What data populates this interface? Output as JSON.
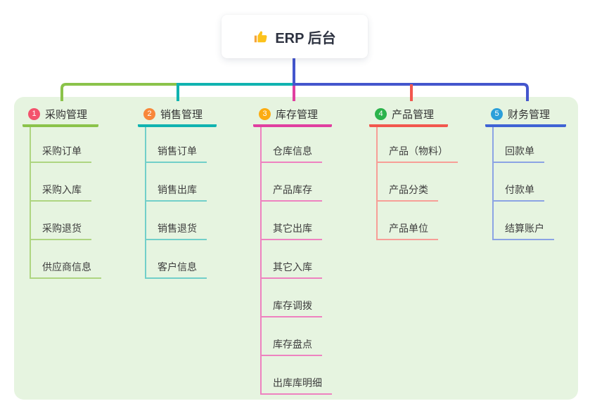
{
  "root": {
    "title": "ERP 后台",
    "icon": "thumbs-up"
  },
  "branches": [
    {
      "badge": "1",
      "title": "采购管理",
      "color": "#8bc34a",
      "light_color": "#aed581",
      "badge_color": "#f3536d",
      "items": [
        "采购订单",
        "采购入库",
        "采购退货",
        "供应商信息"
      ]
    },
    {
      "badge": "2",
      "title": "销售管理",
      "color": "#10b3b0",
      "light_color": "#72cfc9",
      "badge_color": "#f8873a",
      "items": [
        "销售订单",
        "销售出库",
        "销售退货",
        "客户信息"
      ]
    },
    {
      "badge": "3",
      "title": "库存管理",
      "color": "#e03fa0",
      "light_color": "#ee82c0",
      "badge_color": "#fcac12",
      "items": [
        "仓库信息",
        "产品库存",
        "其它出库",
        "其它入库",
        "库存调拨",
        "库存盘点",
        "出库库明细"
      ]
    },
    {
      "badge": "4",
      "title": "产品管理",
      "color": "#f2574e",
      "light_color": "#f79e97",
      "badge_color": "#2bb34b",
      "items": [
        "产品（物料）",
        "产品分类",
        "产品单位"
      ]
    },
    {
      "badge": "5",
      "title": "财务管理",
      "color": "#3f63d4",
      "light_color": "#8ba3e4",
      "badge_color": "#2b9fd9",
      "items": [
        "回款单",
        "付款单",
        "结算账户"
      ]
    }
  ],
  "colors": {
    "panel_bg": "#e6f4e0",
    "root_connector": "#4456cd",
    "card_bg": "#ffffff",
    "title_text": "#333333",
    "item_text": "#3d3d3d",
    "thumb_icon": "#fcc21c"
  }
}
